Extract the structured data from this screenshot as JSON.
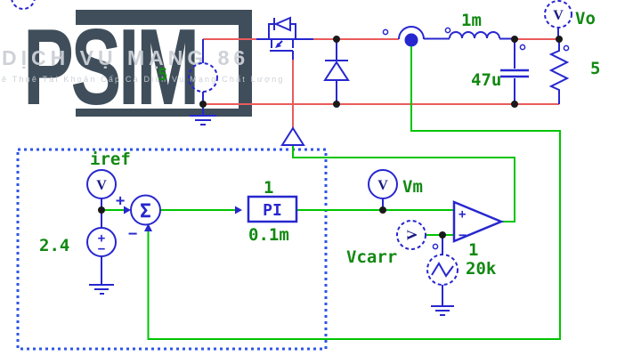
{
  "app": {
    "type": "PSIM schematic canvas - current-mode controlled buck converter"
  },
  "watermark": {
    "logo_text": "PSIM",
    "title": "DỊCH VỤ MẠNG 86",
    "tagline": "ê Thuê Tài Khoản Cấp Cá Dịch Vụ Mạng Chất Lượng"
  },
  "symbols": {
    "voltage_probe": "V",
    "sum": "Σ",
    "plus": "+",
    "minus": "−"
  },
  "colors": {
    "component_blue": "#2727cf",
    "wire_red": "#ea5b5b",
    "wire_green": "#00c400",
    "label_green": "#128912",
    "watermark_dark": "#3f4e5a",
    "control_box_blue": "#2e55e8"
  },
  "power_stage": {
    "input_source_value": "5",
    "inductor_value": "1m",
    "capacitor_value": "47u",
    "load_resistor_value": "5",
    "output_probe_label": "Vo"
  },
  "control": {
    "reference_probe_label": "iref",
    "reference_value": "2.4",
    "pi_block_label": "PI",
    "pi_gain": "1",
    "pi_time_constant": "0.1m",
    "modulation_probe_label": "Vm",
    "carrier_probe_label": "Vcarr",
    "carrier_amplitude": "1",
    "carrier_frequency": "20k"
  }
}
